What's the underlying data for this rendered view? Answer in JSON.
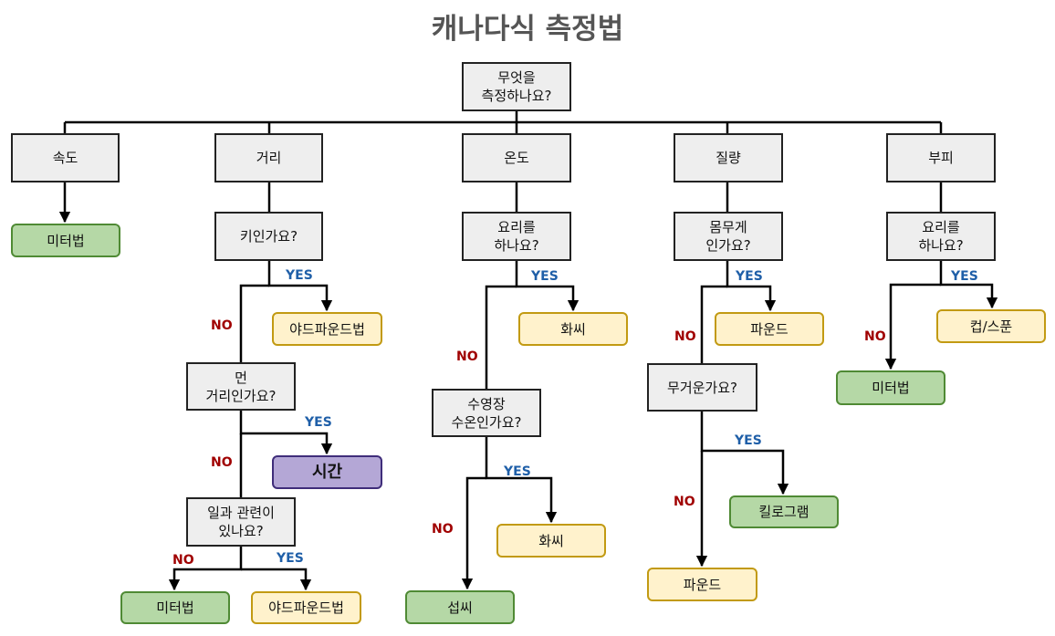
{
  "title": "캐나다식 측정법",
  "colors": {
    "question_fill": "#eeeeee",
    "green": "#b5d8a6",
    "yellow": "#fff2cc",
    "purple": "#b4a7d6",
    "yes": "#1f5fa8",
    "no": "#a00000"
  },
  "labels": {
    "yes": "YES",
    "no": "NO"
  },
  "root": "무엇을\n측정하나요?",
  "categories": {
    "speed": {
      "label": "속도",
      "result": "미터법"
    },
    "distance": {
      "label": "거리",
      "q1": "키인가요?",
      "q1_yes": "야드파운드법",
      "q2": "먼\n거리인가요?",
      "q2_yes": "시간",
      "q3": "일과 관련이\n있나요?",
      "q3_no": "미터법",
      "q3_yes": "야드파운드법"
    },
    "temperature": {
      "label": "온도",
      "q1": "요리를\n하나요?",
      "q1_yes": "화씨",
      "q2": "수영장\n수온인가요?",
      "q2_yes": "화씨",
      "q2_no": "섭씨"
    },
    "mass": {
      "label": "질량",
      "q1": "몸무게\n인가요?",
      "q1_yes": "파운드",
      "q2": "무거운가요?",
      "q2_yes": "킬로그램",
      "q2_no": "파운드"
    },
    "volume": {
      "label": "부피",
      "q1": "요리를\n하나요?",
      "q1_yes": "컵/스푼",
      "q1_no": "미터법"
    }
  }
}
